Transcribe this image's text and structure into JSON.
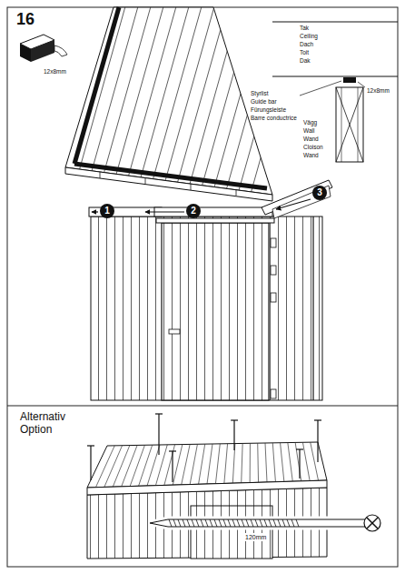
{
  "diagram": {
    "nodes": [
      {
        "text": [
          "1"
        ]
      },
      {
        "text": [
          "2"
        ]
      },
      {
        "text": [
          "3"
        ]
      }
    ],
    "labels": [
      "16",
      "12x8mm",
      "Tak",
      "Ceiling",
      "Dach",
      "Toit",
      "Dak",
      "Styrlist",
      "Guide bar",
      "Fürungsleiste",
      "Barre conductrice",
      "12x8mm",
      "Vägg",
      "Wall",
      "Wand",
      "Cloison",
      "Wand",
      "Alternativ Option",
      "120mm"
    ]
  }
}
